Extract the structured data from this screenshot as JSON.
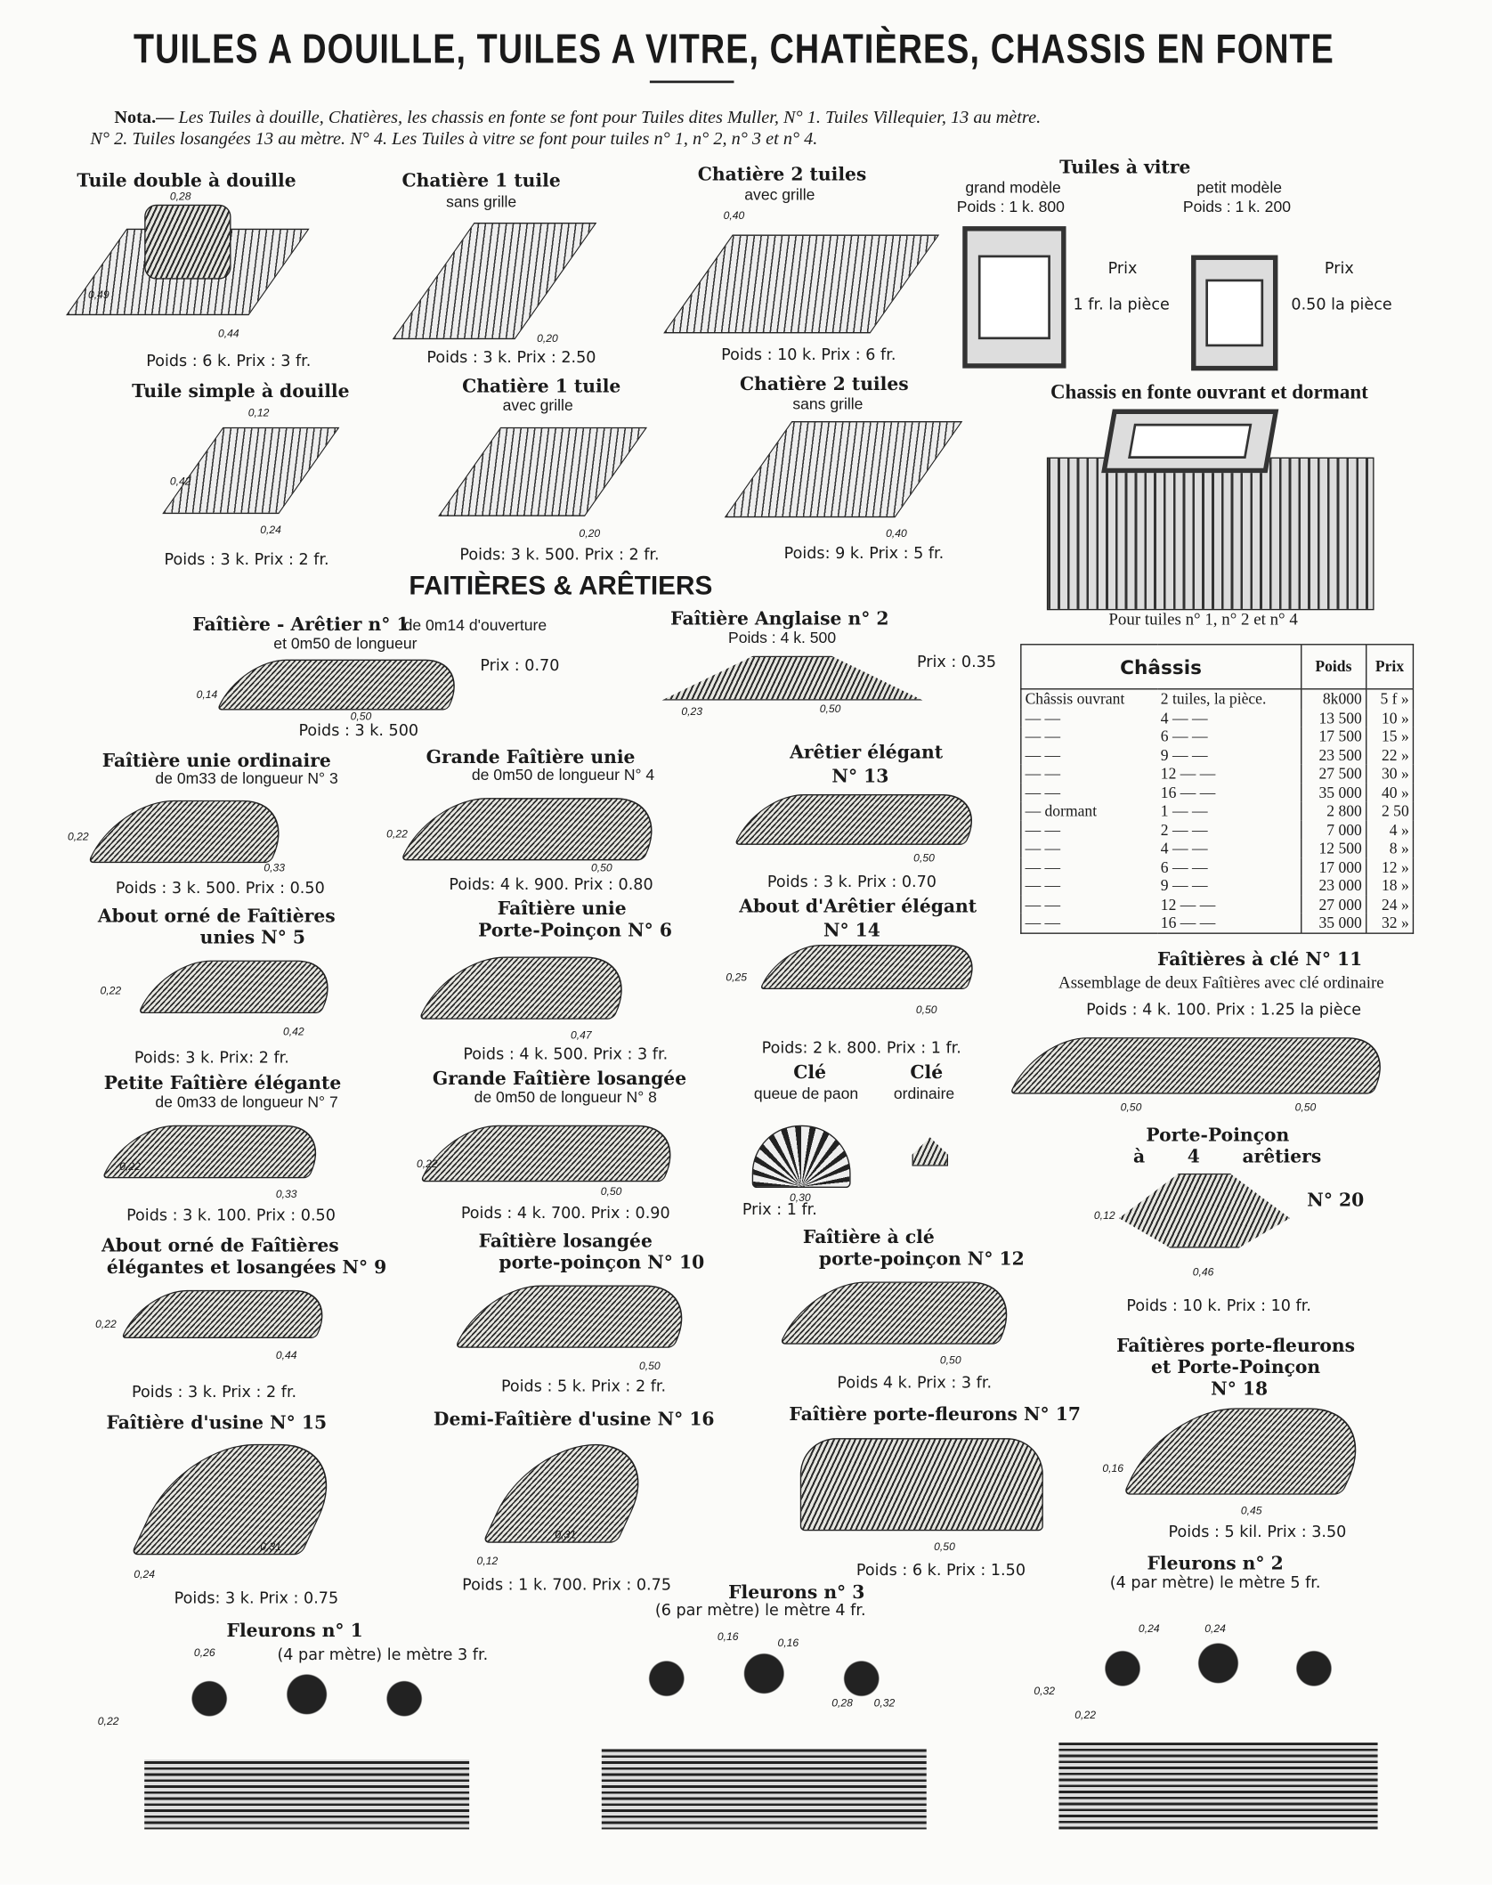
{
  "title": "TUILES A DOUILLE, TUILES A VITRE, CHATIÈRES, CHASSIS EN FONTE",
  "nota": {
    "label": "Nota.—",
    "line1": "Les Tuiles à douille, Chatières, les chassis en fonte se font pour Tuiles dites Muller, N° 1. Tuiles Villequier, 13 au mètre.",
    "line2": "N° 2. Tuiles losangées 13 au mètre. N° 4. Les Tuiles à vitre se font pour tuiles n° 1, n° 2, n° 3 et n° 4."
  },
  "section": "FAITIÈRES & ARÊTIERS",
  "items": [
    {
      "t1": "Tuile double à douille",
      "f": "Poids : 6 k. Prix : 3 fr.",
      "d": [
        "0,28",
        "0,49",
        "0,44"
      ]
    },
    {
      "t1": "Chatière 1 tuile",
      "t2": "sans grille",
      "f": "Poids : 3 k. Prix : 2.50",
      "d": [
        "0,20"
      ]
    },
    {
      "t1": "Chatière 2 tuiles",
      "t2": "avec grille",
      "f": "Poids : 10 k. Prix : 6 fr.",
      "d": [
        "0,40"
      ]
    },
    {
      "t1": "Tuile simple à douille",
      "f": "Poids : 3 k. Prix : 2 fr.",
      "d": [
        "0,12",
        "0,42",
        "0,24"
      ]
    },
    {
      "t1": "Chatière 1 tuile",
      "t2": "avec grille",
      "f": "Poids: 3 k. 500. Prix : 2 fr.",
      "d": [
        "0,20"
      ]
    },
    {
      "t1": "Chatière 2 tuiles",
      "t2": "sans grille",
      "f": "Poids: 9 k. Prix : 5 fr.",
      "d": [
        "0,40"
      ]
    },
    {
      "t1": "Chassis en fonte ouvrant et dormant",
      "f": "Pour tuiles n° 1, n° 2 et n° 4"
    },
    {
      "t1": "Faîtière - Arêtier n° 1",
      "t2": "de 0m14 d'ouverture",
      "t3": "et 0m50 de longueur",
      "p": "Prix : 0.70",
      "f": "Poids : 3 k. 500",
      "d": [
        "0,50",
        "0,14"
      ]
    },
    {
      "t1": "Faîtière Anglaise n° 2",
      "t2": "Poids : 4 k. 500",
      "p": "Prix : 0.35",
      "d": [
        "0,23",
        "0,50"
      ]
    },
    {
      "t1": "Faîtière unie ordinaire",
      "t2": "de 0m33 de longueur N° 3",
      "f": "Poids : 3 k. 500. Prix : 0.50",
      "d": [
        "0,22",
        "0,33"
      ]
    },
    {
      "t1": "Grande Faîtière unie",
      "t2": "de 0m50 de longueur N° 4",
      "f": "Poids: 4 k. 900. Prix : 0.80",
      "d": [
        "0,22",
        "0,50"
      ]
    },
    {
      "t1": "Arêtier élégant",
      "t2": "N° 13",
      "f": "Poids : 3 k. Prix : 0.70",
      "d": [
        "0,50"
      ]
    },
    {
      "t1": "About orné de Faîtières",
      "t2": "unies N° 5",
      "f": "Poids: 3 k. Prix: 2 fr.",
      "d": [
        "0,22",
        "0,42"
      ]
    },
    {
      "t1": "Faîtière unie",
      "t2": "Porte-Poinçon N° 6",
      "f": "Poids : 4 k. 500. Prix : 3 fr.",
      "d": [
        "0,47"
      ]
    },
    {
      "t1": "About d'Arêtier élégant",
      "t2": "N° 14",
      "f": "Poids: 2 k. 800. Prix : 1 fr.",
      "d": [
        "0,25",
        "0,50"
      ]
    },
    {
      "t1": "Faîtières à clé N° 11",
      "t2": "Assemblage de deux Faîtières avec clé ordinaire",
      "t3": "Poids : 4 k. 100. Prix : 1.25 la pièce",
      "d": [
        "0,50",
        "0,50"
      ]
    },
    {
      "t1": "Petite Faîtière élégante",
      "t2": "de 0m33 de longueur N° 7",
      "f": "Poids : 3 k. 100. Prix : 0.50",
      "d": [
        "0,22",
        "0,33"
      ]
    },
    {
      "t1": "Grande Faîtière losangée",
      "t2": "de 0m50 de longueur N° 8",
      "f": "Poids : 4 k. 700. Prix : 0.90",
      "d": [
        "0,22",
        "0,50"
      ]
    },
    {
      "t1": "Clé",
      "t2": "queue de paon",
      "t3": "Clé",
      "t4": "ordinaire",
      "f": "Prix : 1 fr.",
      "d": [
        "0,30"
      ]
    },
    {
      "t1": "Porte-Poinçon",
      "t2": "à 4 arêtiers",
      "t3": "N° 20",
      "f": "Poids : 10 k. Prix : 10 fr.",
      "d": [
        "0,46",
        "0,12"
      ]
    },
    {
      "t1": "About orné de Faîtières",
      "t2": "élégantes et losangées N° 9",
      "f": "Poids : 3 k. Prix : 2 fr.",
      "d": [
        "0,22",
        "0,44"
      ]
    },
    {
      "t1": "Faîtière losangée",
      "t2": "porte-poinçon N° 10",
      "f": "Poids : 5 k. Prix : 2 fr.",
      "d": [
        "0,50"
      ]
    },
    {
      "t1": "Faîtière à clé",
      "t2": "porte-poinçon N° 12",
      "f": "Poids 4 k. Prix : 3 fr.",
      "d": [
        "0,50"
      ]
    },
    {
      "t1": "Faîtières porte-fleurons",
      "t2": "et Porte-Poinçon",
      "t3": "N° 18",
      "f": "Poids : 5 kil. Prix : 3.50",
      "d": [
        "0,45",
        "0,16"
      ]
    },
    {
      "t1": "Faîtière d'usine N° 15",
      "f": "Poids: 3 k. Prix : 0.75",
      "d": [
        "0,31",
        "0,24"
      ]
    },
    {
      "t1": "Demi-Faîtière d'usine N° 16",
      "f": "Poids : 1 k. 700. Prix : 0.75",
      "d": [
        "0,31",
        "0,12"
      ]
    },
    {
      "t1": "Faîtière porte-fleurons N° 17",
      "f": "Poids : 6 k. Prix : 1.50",
      "d": [
        "0,50"
      ]
    },
    {
      "t1": "Fleurons n° 2",
      "t2": "(4 par mètre) le mètre 5 fr.",
      "d": [
        "0,24",
        "0,24",
        "0,32",
        "0,22"
      ]
    },
    {
      "t1": "Fleurons n° 3",
      "t2": "(6 par mètre) le mètre 4 fr.",
      "d": [
        "0,16",
        "0,16",
        "0,28",
        "0,32"
      ]
    },
    {
      "t1": "Fleurons n° 1",
      "t2": "(4 par mètre) le mètre 3 fr.",
      "d": [
        "0,26",
        "0,22"
      ]
    }
  ],
  "vitre": {
    "title": "Tuiles à vitre",
    "grand": "grand modèle",
    "grand_poids": "Poids : 1 k. 800",
    "petit": "petit modèle",
    "petit_poids": "Poids : 1 k. 200",
    "prix_label": "Prix",
    "grand_prix": "1 fr. la pièce",
    "petit_prix": "0.50 la pièce"
  },
  "table": {
    "headers": [
      "Châssis",
      "Poids",
      "Prix"
    ],
    "rows": [
      [
        "Châssis ouvrant",
        "2 tuiles, la pièce.",
        "8k000",
        "5 f »"
      ],
      [
        "— —",
        "4 — —",
        "13 500",
        "10 »"
      ],
      [
        "— —",
        "6 — —",
        "17 500",
        "15 »"
      ],
      [
        "— —",
        "9 — —",
        "23 500",
        "22 »"
      ],
      [
        "— —",
        "12 — —",
        "27 500",
        "30 »"
      ],
      [
        "— —",
        "16 — —",
        "35 000",
        "40 »"
      ],
      [
        "— dormant",
        "1 — —",
        "2 800",
        "2 50"
      ],
      [
        "— —",
        "2 — —",
        "7 000",
        "4 »"
      ],
      [
        "— —",
        "4 — —",
        "12 500",
        "8 »"
      ],
      [
        "— —",
        "6 — —",
        "17 000",
        "12 »"
      ],
      [
        "— —",
        "9 — —",
        "23 000",
        "18 »"
      ],
      [
        "— —",
        "12 — —",
        "27 000",
        "24 »"
      ],
      [
        "— —",
        "16 — —",
        "35 000",
        "32 »"
      ]
    ]
  }
}
